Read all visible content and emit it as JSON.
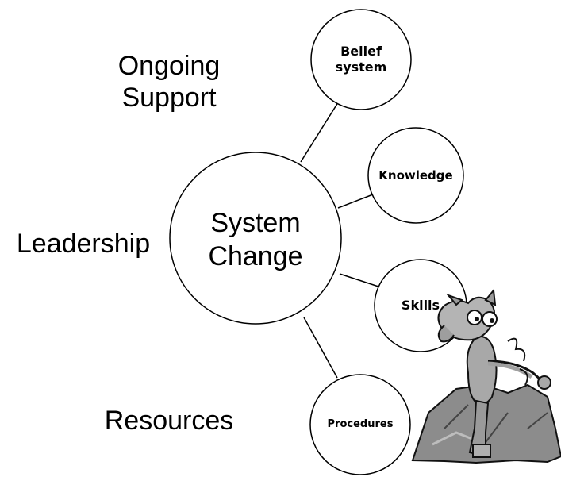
{
  "center": {
    "line1": "System",
    "line2": "Change"
  },
  "satellites": [
    {
      "line1": "Belief",
      "line2": "system"
    },
    {
      "line1": "Knowledge"
    },
    {
      "line1": "Skills"
    },
    {
      "line1": "Procedures"
    }
  ],
  "side_labels": {
    "ongoing_line1": "Ongoing",
    "ongoing_line2": "Support",
    "leadership": "Leadership",
    "resources": "Resources"
  },
  "mascot": {
    "icon": "cartoon-character-sitting-on-rock-icon"
  }
}
